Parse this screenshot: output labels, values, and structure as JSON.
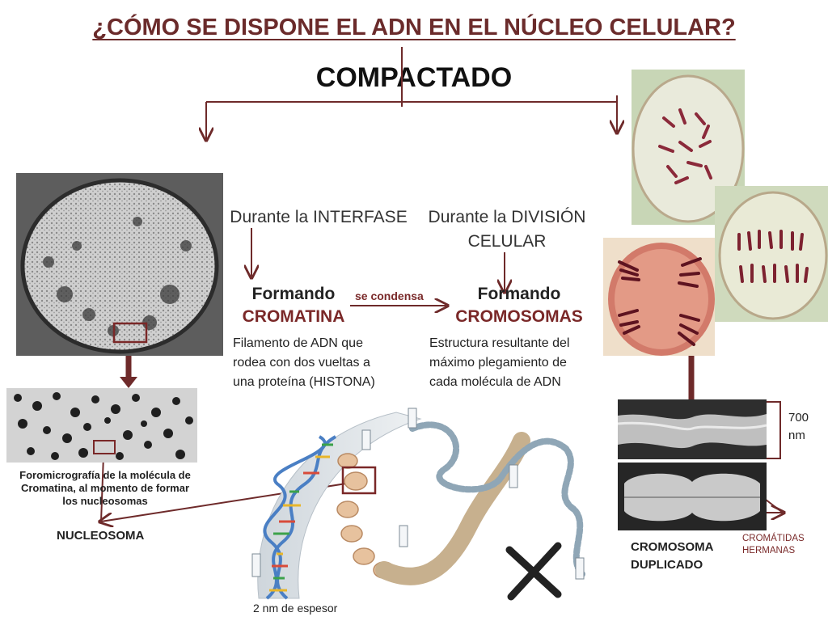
{
  "header": {
    "title": "¿CÓMO SE DISPONE EL ADN EN EL NÚCLEO CELULAR?",
    "main_term": "COMPACTADO"
  },
  "interphase": {
    "label": "Durante la INTERFASE",
    "forming": "Formando",
    "term": "CROMATINA",
    "description": [
      "Filamento de ADN que",
      "rodea con dos vueltas a",
      "una proteína (HISTONA)"
    ]
  },
  "condense_label": "se condensa",
  "division": {
    "label_line1": "Durante la DIVISIÓN",
    "label_line2": "CELULAR",
    "forming": "Formando",
    "term": "CROMOSOMAS",
    "description": [
      "Estructura resultante del",
      "máximo plegamiento de",
      "cada molécula de ADN"
    ]
  },
  "micrograph_caption": [
    "Foromicrografía de la molécula de",
    "Cromatina, al momento de formar",
    "los nucleosomas"
  ],
  "nucleosome_label": "NUCLEOSOMA",
  "thickness_label": "2 nm de espesor",
  "scale_label_line1": "700",
  "scale_label_line2": "nm",
  "chromosome_label_line1": "CROMOSOMA",
  "chromosome_label_line2": "DUPLICADO",
  "sister_label_line1": "CROMÁTIDAS",
  "sister_label_line2": "HERMANAS",
  "colors": {
    "title": "#6b2b2b",
    "accent": "#7a2828",
    "arrow": "#6e2a2a"
  }
}
